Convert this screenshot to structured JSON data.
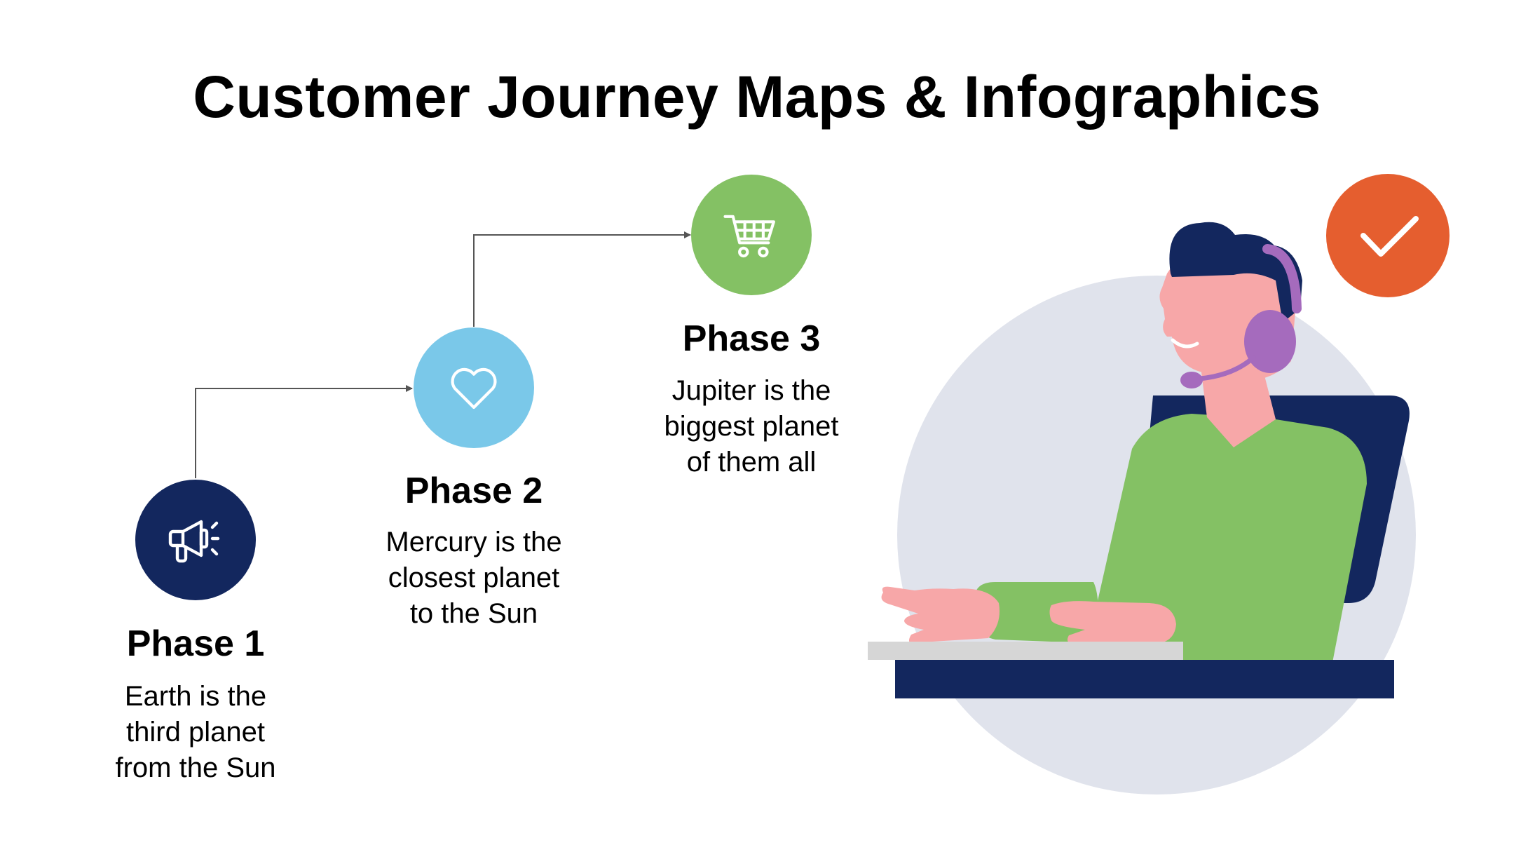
{
  "slide": {
    "title": "Customer Journey Maps & Infographics"
  },
  "phases": [
    {
      "title": "Phase 1",
      "description": "Earth is the\nthird planet\nfrom the Sun",
      "icon": "megaphone-icon",
      "color": "#13275e"
    },
    {
      "title": "Phase 2",
      "description": "Mercury is the\nclosest planet\nto the Sun",
      "icon": "heart-icon",
      "color": "#7ac8e9"
    },
    {
      "title": "Phase 3",
      "description": "Jupiter is the\nbiggest planet\nof them all",
      "icon": "shopping-cart-icon",
      "color": "#84c164"
    }
  ],
  "illustration": {
    "subject": "customer-support-agent",
    "check_badge_color": "#e55e2f",
    "backdrop_color": "#e0e3ec",
    "shirt_color": "#84c164",
    "navy_color": "#13275e",
    "skin_color": "#f7a7a8",
    "headset_color": "#a56bbd"
  }
}
